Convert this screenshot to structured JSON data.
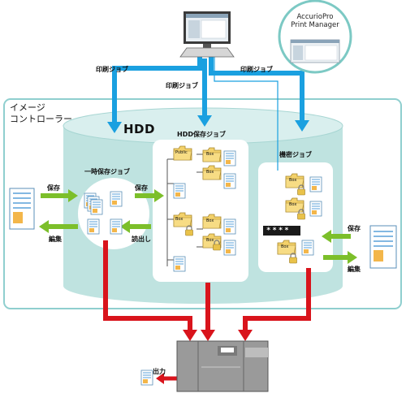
{
  "colors": {
    "controller_border": "#8fcfcf",
    "cylinder_fill": "#bfe3e0",
    "cylinder_top": "#d9efee",
    "blue_arrow": "#1aa0e0",
    "green_arrow": "#7cbf2a",
    "red_arrow": "#d9141c",
    "folder_yellow": "#f3d16a"
  },
  "labels": {
    "print_job_left": "印刷ジョブ",
    "print_job_mid": "印刷ジョブ",
    "print_job_right": "印刷ジョブ",
    "controller_line1": "イメージ",
    "controller_line2": "コントローラー",
    "hdd": "HDD",
    "hdd_save_job": "HDD保存ジョブ",
    "temp_save_job": "一時保存ジョブ",
    "secure_job": "機密ジョブ",
    "save_left": "保存",
    "edit_left": "編集",
    "save_mid": "保存",
    "read_out": "読出し",
    "save_right": "保存",
    "edit_right": "編集",
    "output": "出力",
    "app_line1": "AccurioPro",
    "app_line2": "Print Manager",
    "password_mask": "****"
  },
  "folders": {
    "public": "Public",
    "box1": "Box",
    "box2": "Box",
    "box3": "Box",
    "box4": "Box",
    "box5": "Box",
    "box6": "Box",
    "box7": "Box",
    "box8": "Box"
  }
}
